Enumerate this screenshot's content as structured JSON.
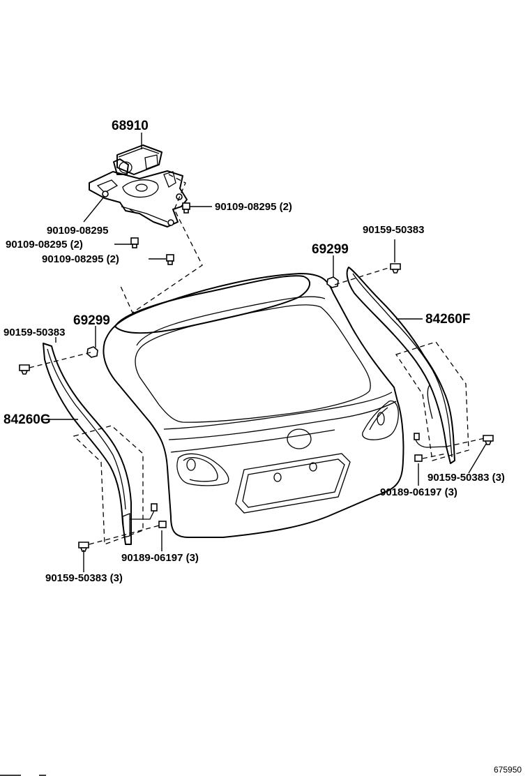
{
  "labels": {
    "motor_part": "68910",
    "bolt_a": "90109-08295 (2)",
    "bolt_b": "90109-08295",
    "bolt_c": "90109-08295 (2)",
    "bolt_d": "90109-08295 (2)",
    "clip_right_top": "90159-50383",
    "clip_left_top": "90159-50383",
    "cushion_right": "69299",
    "cushion_left": "69299",
    "weatherstrip_right": "84260F",
    "weatherstrip_left": "84260G",
    "clip_right_bottom": "90159-50383 (3)",
    "screw_right": "90189-06197 (3)",
    "screw_left": "90189-06197 (3)",
    "clip_left_bottom": "90159-50383 (3)",
    "diagram_code": "675950"
  }
}
